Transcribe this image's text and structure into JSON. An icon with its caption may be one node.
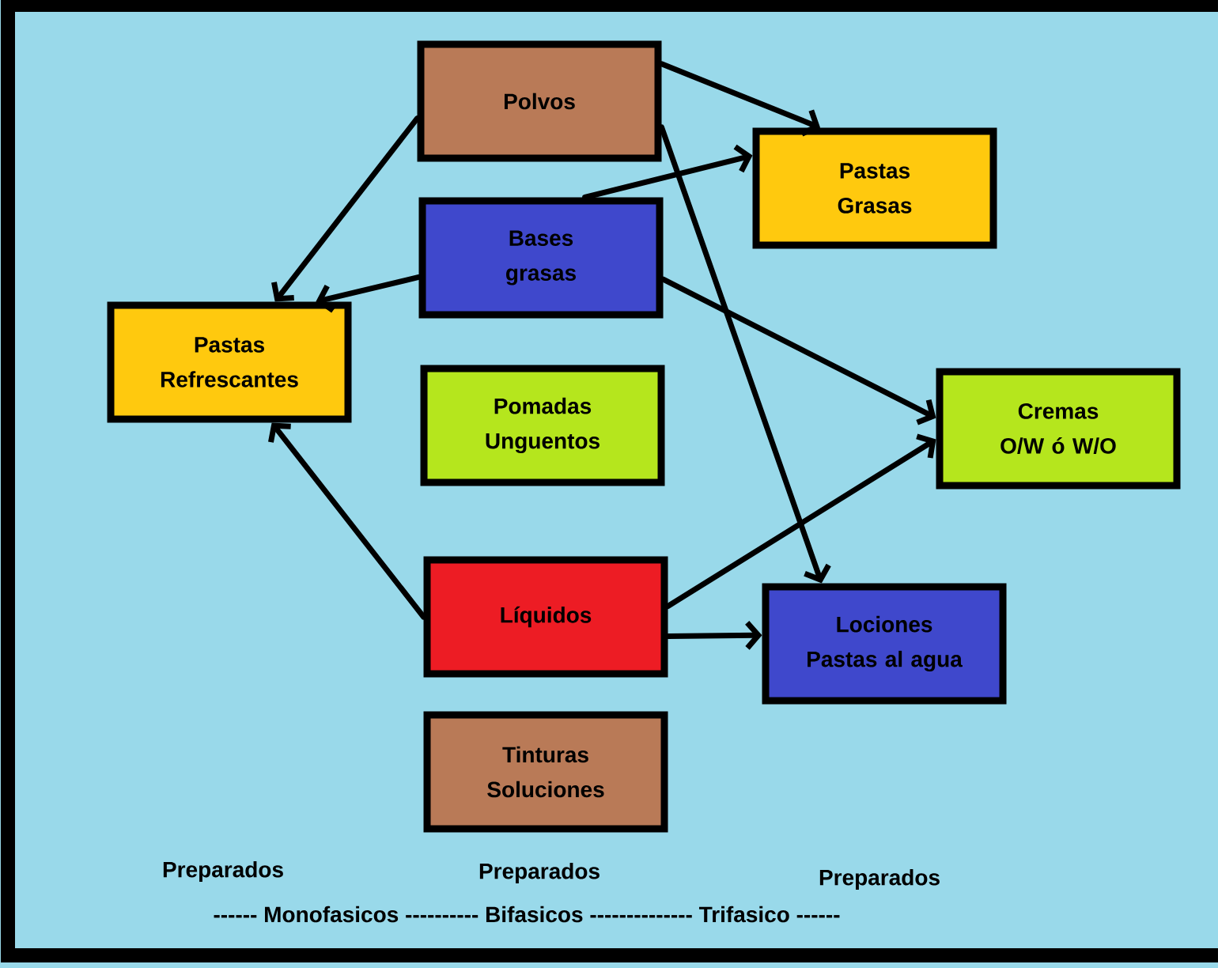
{
  "diagram": {
    "nodes": [
      {
        "text": [
          "Polvos"
        ]
      },
      {
        "text": [
          "Pastas Grasas"
        ]
      },
      {
        "text": [
          "Bases grasas"
        ]
      },
      {
        "text": [
          "Pastas Refrescantes"
        ]
      },
      {
        "text": [
          "Pomadas Unguentos"
        ]
      },
      {
        "text": [
          "Cremas O/W ó W/O"
        ]
      },
      {
        "text": [
          "Líquidos"
        ]
      },
      {
        "text": [
          "Lociones Pastas al agua"
        ]
      },
      {
        "text": [
          "Tinturas Soluciones"
        ]
      }
    ],
    "edges": [
      {
        "from": 0,
        "to": 1,
        "arrow": "to"
      },
      {
        "from": 0,
        "to": 3,
        "arrow": "to"
      },
      {
        "from": 0,
        "to": 7,
        "arrow": "to"
      },
      {
        "from": 2,
        "to": 1,
        "arrow": "to"
      },
      {
        "from": 2,
        "to": 3,
        "arrow": "to"
      },
      {
        "from": 2,
        "to": 5,
        "arrow": "to"
      },
      {
        "from": 6,
        "to": 3,
        "arrow": "to"
      },
      {
        "from": 6,
        "to": 5,
        "arrow": "to"
      },
      {
        "from": 6,
        "to": 7,
        "arrow": "to"
      }
    ],
    "labels": [
      "Preparados",
      "Preparados",
      "Preparados",
      "------ Monofasicos ---------- Bifasicos -------------- Trifasico ------"
    ]
  }
}
